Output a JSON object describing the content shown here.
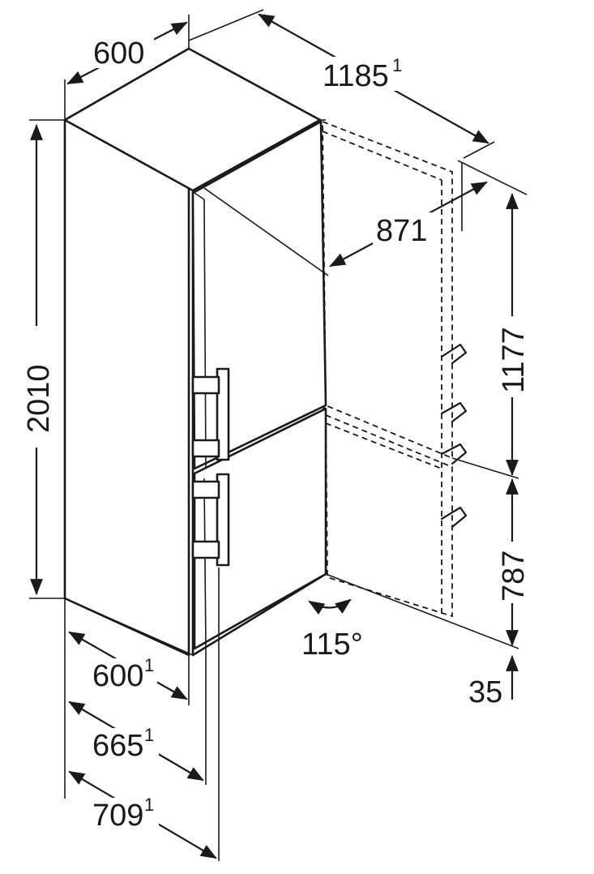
{
  "dimensions": {
    "top_width": "600",
    "total_depth_open": "1185",
    "total_depth_open_note": "1",
    "door_swing": "871",
    "height": "2010",
    "fridge_height": "1177",
    "freezer_height": "787",
    "plinth": "35",
    "door_angle": "115°",
    "base_width": "600",
    "base_width_note": "1",
    "depth_body": "665",
    "depth_body_note": "1",
    "depth_handle": "709",
    "depth_handle_note": "1"
  },
  "colors": {
    "line": "#1a1a1a",
    "background": "#ffffff"
  }
}
